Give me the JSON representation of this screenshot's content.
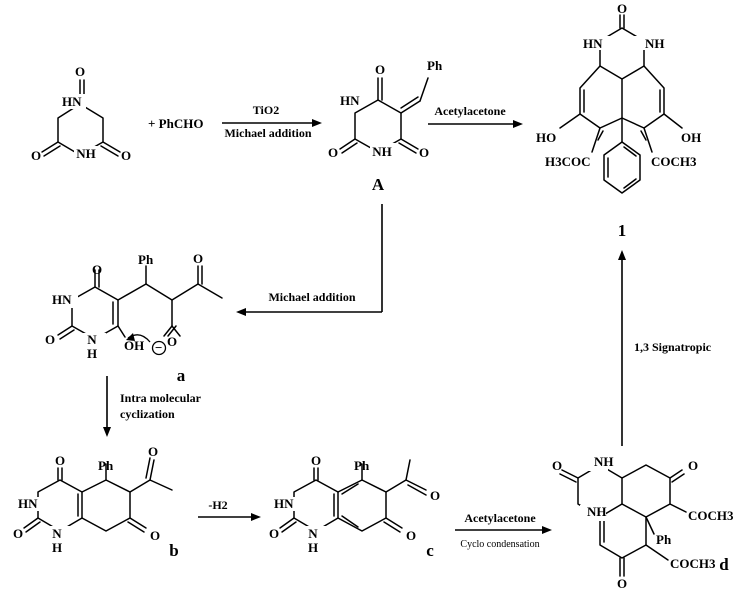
{
  "reaction": {
    "reagent_plus": "+ PhCHO",
    "step1_top": "TiO2",
    "step1_bottom": "Michael addition",
    "step2_top": "Acetylacetone",
    "step3": "Michael addition",
    "step4_line1": "Intra molecular",
    "step4_line2": "cyclization",
    "step5": "-H2",
    "step6_top": "Acetylacetone",
    "step6_bottom": "Cyclo condensation",
    "step7": "1,3 Signatropic"
  },
  "labels": {
    "A": "A",
    "one": "1",
    "a": "a",
    "b": "b",
    "c": "c",
    "d": "d"
  },
  "atoms": {
    "O": "O",
    "HN": "HN",
    "NH": "NH",
    "N": "N",
    "H": "H",
    "Ph": "Ph",
    "HO": "HO",
    "OH": "OH",
    "H3COC": "H3COC",
    "COCH3": "COCH3",
    "minus": "−"
  }
}
